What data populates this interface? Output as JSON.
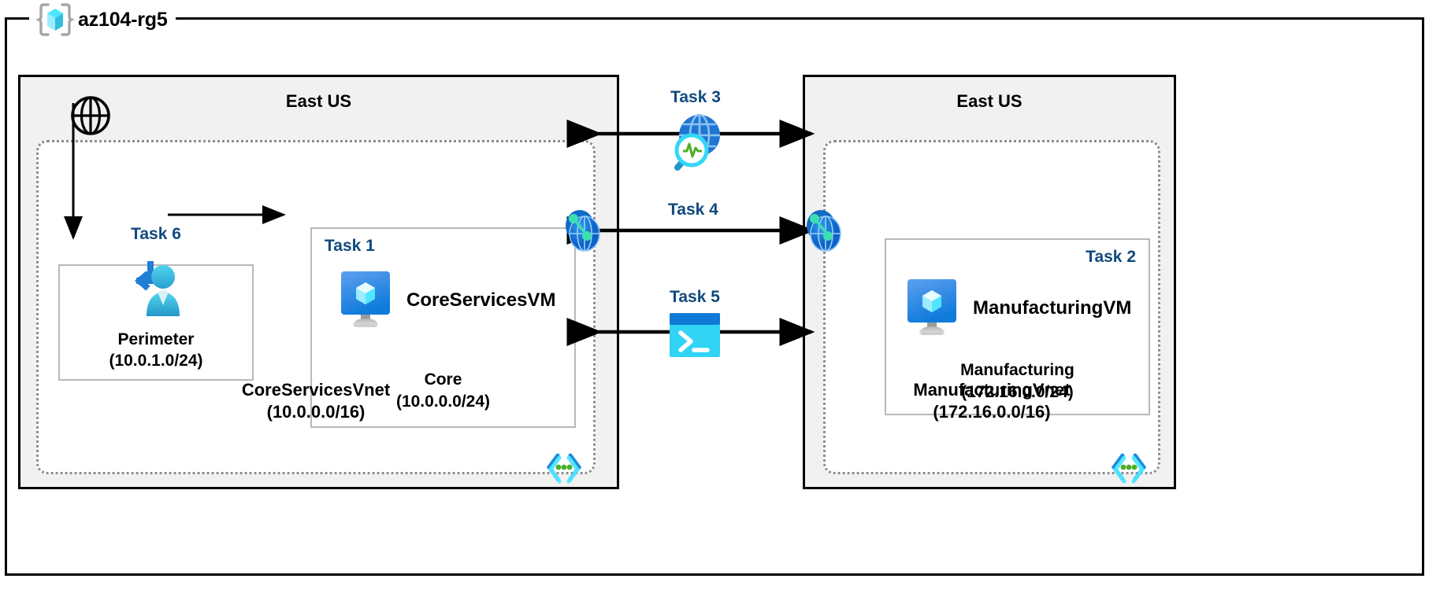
{
  "resource_group": {
    "name": "az104-rg5",
    "icon": "azure-resource-group-icon"
  },
  "regions": [
    {
      "id": "left",
      "title": "East US"
    },
    {
      "id": "right",
      "title": "East US"
    }
  ],
  "vnets": [
    {
      "id": "core",
      "name": "CoreServicesVnet",
      "address_space": "(10.0.0.0/16)",
      "icon": "subnet-icon"
    },
    {
      "id": "mfg",
      "name": "ManufacturingVnet",
      "address_space": "(172.16.0.0/16)",
      "icon": "subnet-icon"
    }
  ],
  "subnets": [
    {
      "id": "perimeter",
      "task": "Task 6",
      "name": "Perimeter",
      "address_prefix": "(10.0.1.0/24)",
      "icon": "bastion-user-icon"
    },
    {
      "id": "core",
      "task": "Task 1",
      "name": "Core",
      "address_prefix": "(10.0.0.0/24)",
      "vm_name": "CoreServicesVM",
      "icon": "virtual-machine-icon"
    },
    {
      "id": "manufacturing",
      "task": "Task 2",
      "name": "Manufacturing",
      "address_prefix": "(172.16.0.0/24)",
      "vm_name": "ManufacturingVM",
      "icon": "virtual-machine-icon"
    }
  ],
  "middle_tasks": [
    {
      "id": "task3",
      "label": "Task 3",
      "icon": "network-watcher-icon"
    },
    {
      "id": "task4",
      "label": "Task 4",
      "icon": "vnet-peering-icon"
    },
    {
      "id": "task5",
      "label": "Task 5",
      "icon": "cloud-shell-icon"
    }
  ],
  "internet": {
    "icon": "globe-internet-icon"
  },
  "peering_endpoints": [
    {
      "id": "peering-left",
      "icon": "vnet-peering-icon"
    },
    {
      "id": "peering-right",
      "icon": "vnet-peering-icon"
    }
  ],
  "colors": {
    "task_label": "#10497e",
    "region_background": "#f1f1f1",
    "vnet_border": "#8c8c8c",
    "subnet_border": "#b9b9b9",
    "azure_blue": "#1b8bdd",
    "azure_cyan": "#50e6ff",
    "frame": "#000000"
  }
}
